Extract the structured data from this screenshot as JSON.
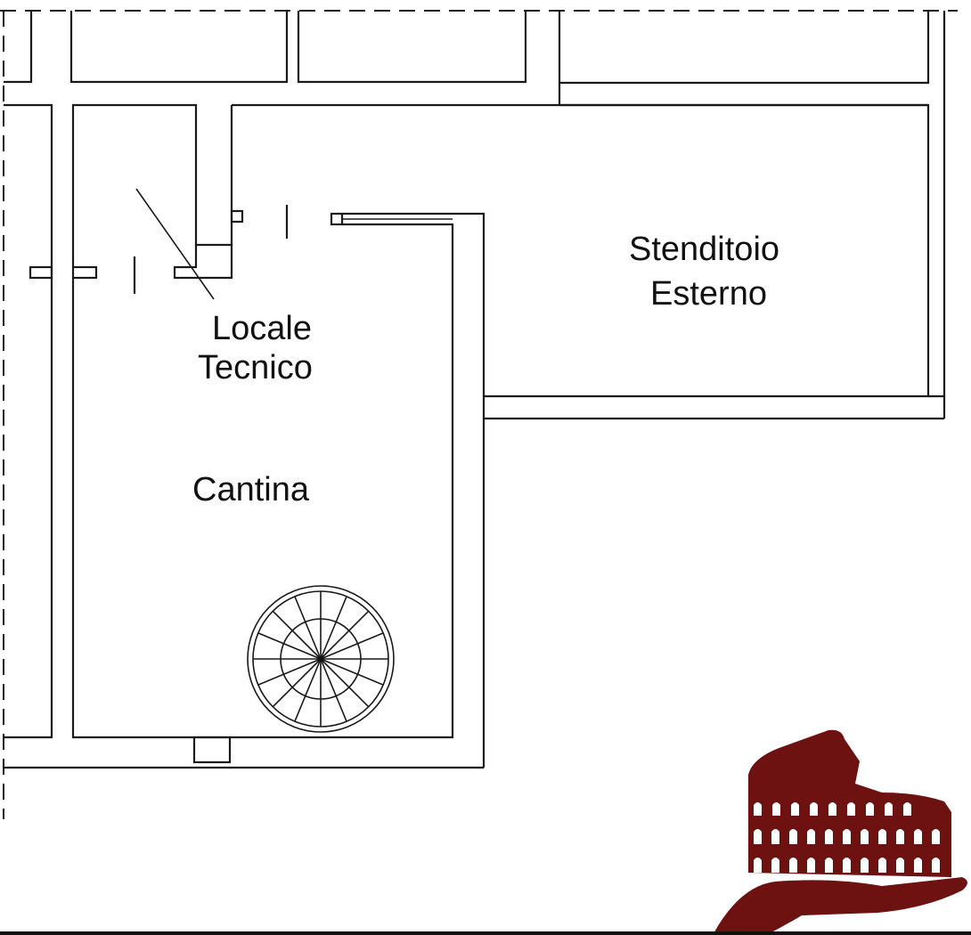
{
  "rooms": {
    "locale_tecnico": {
      "line1": "Locale",
      "line2": "Tecnico"
    },
    "cantina": {
      "label": "Cantina"
    },
    "stenditoio": {
      "line1": "Stenditoio",
      "line2": "Esterno"
    }
  },
  "colors": {
    "walls": "#1a1a1a",
    "logo": "#6e1111"
  },
  "icons": {
    "staircase": "spiral-staircase-icon",
    "logo": "colosseum-hand-logo"
  }
}
